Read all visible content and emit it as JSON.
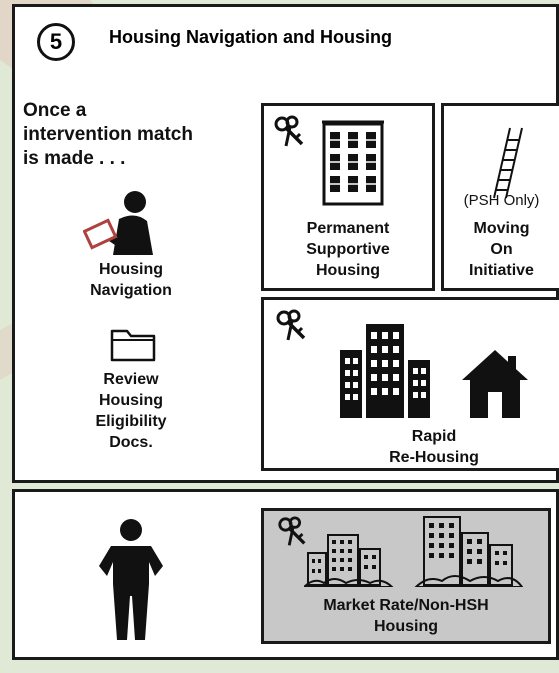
{
  "header": {
    "step_number": "5",
    "title": "Housing Navigation and Housing"
  },
  "intro_lines": [
    "Once a",
    "intervention match",
    "is made . . ."
  ],
  "left_items": {
    "housing_navigation": [
      "Housing",
      "Navigation"
    ],
    "review_docs": [
      "Review",
      "Housing",
      "Eligibility",
      "Docs."
    ]
  },
  "boxes": {
    "psh": [
      "Permanent",
      "Supportive",
      "Housing"
    ],
    "moving_on_note": "(PSH Only)",
    "moving_on": [
      "Moving",
      "On",
      "Initiative"
    ],
    "rapid_rehousing": [
      "Rapid",
      "Re-Housing"
    ],
    "market_rate": [
      "Market Rate/Non-HSH",
      "Housing"
    ]
  },
  "colors": {
    "background": "#dfe9d6",
    "panel": "#ffffff",
    "border": "#1a1a1a",
    "market_box": "#c8c8c8",
    "watermark": "#e8a0a0",
    "tablet_accent": "#b04040"
  },
  "icons": [
    "keys-icon",
    "apartment-building-icon",
    "ladder-icon",
    "person-with-tablet-icon",
    "folder-icon",
    "city-buildings-icon",
    "house-icon",
    "standing-person-icon"
  ]
}
